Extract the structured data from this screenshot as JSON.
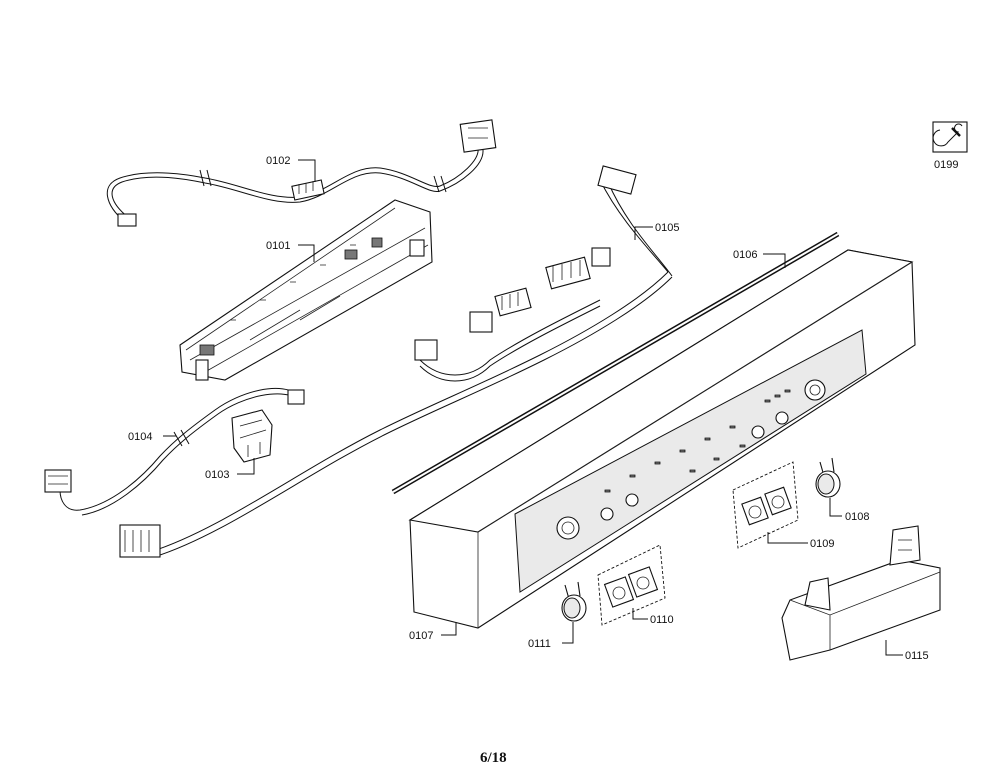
{
  "labels": {
    "p0101": "0101",
    "p0102": "0102",
    "p0103": "0103",
    "p0104": "0104",
    "p0105": "0105",
    "p0106": "0106",
    "p0107": "0107",
    "p0108": "0108",
    "p0109": "0109",
    "p0110": "0110",
    "p0111": "0111",
    "p0115": "0115",
    "p0199": "0199"
  },
  "page_number": "6/18"
}
